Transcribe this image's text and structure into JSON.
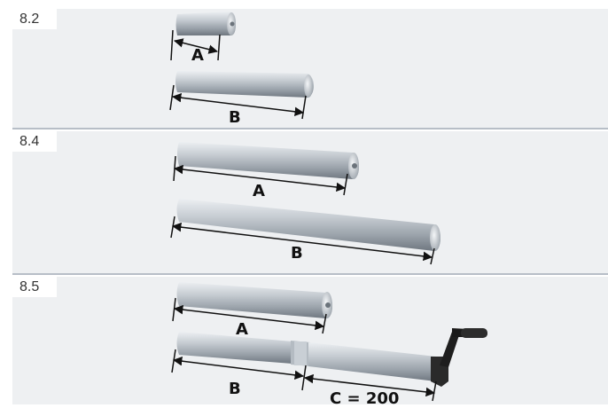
{
  "sections": [
    {
      "label": "8.2",
      "dims": [
        "A",
        "B"
      ]
    },
    {
      "label": "8.4",
      "dims": [
        "A",
        "B"
      ]
    },
    {
      "label": "8.5",
      "dims": [
        "A",
        "B",
        "C = 200"
      ]
    }
  ],
  "colors": {
    "band_background": "#eef0f2",
    "divider": "#b7bec7",
    "steel_light": "#f2f4f6",
    "steel_dark": "#8a929a",
    "crank": "#1e1e1e"
  }
}
